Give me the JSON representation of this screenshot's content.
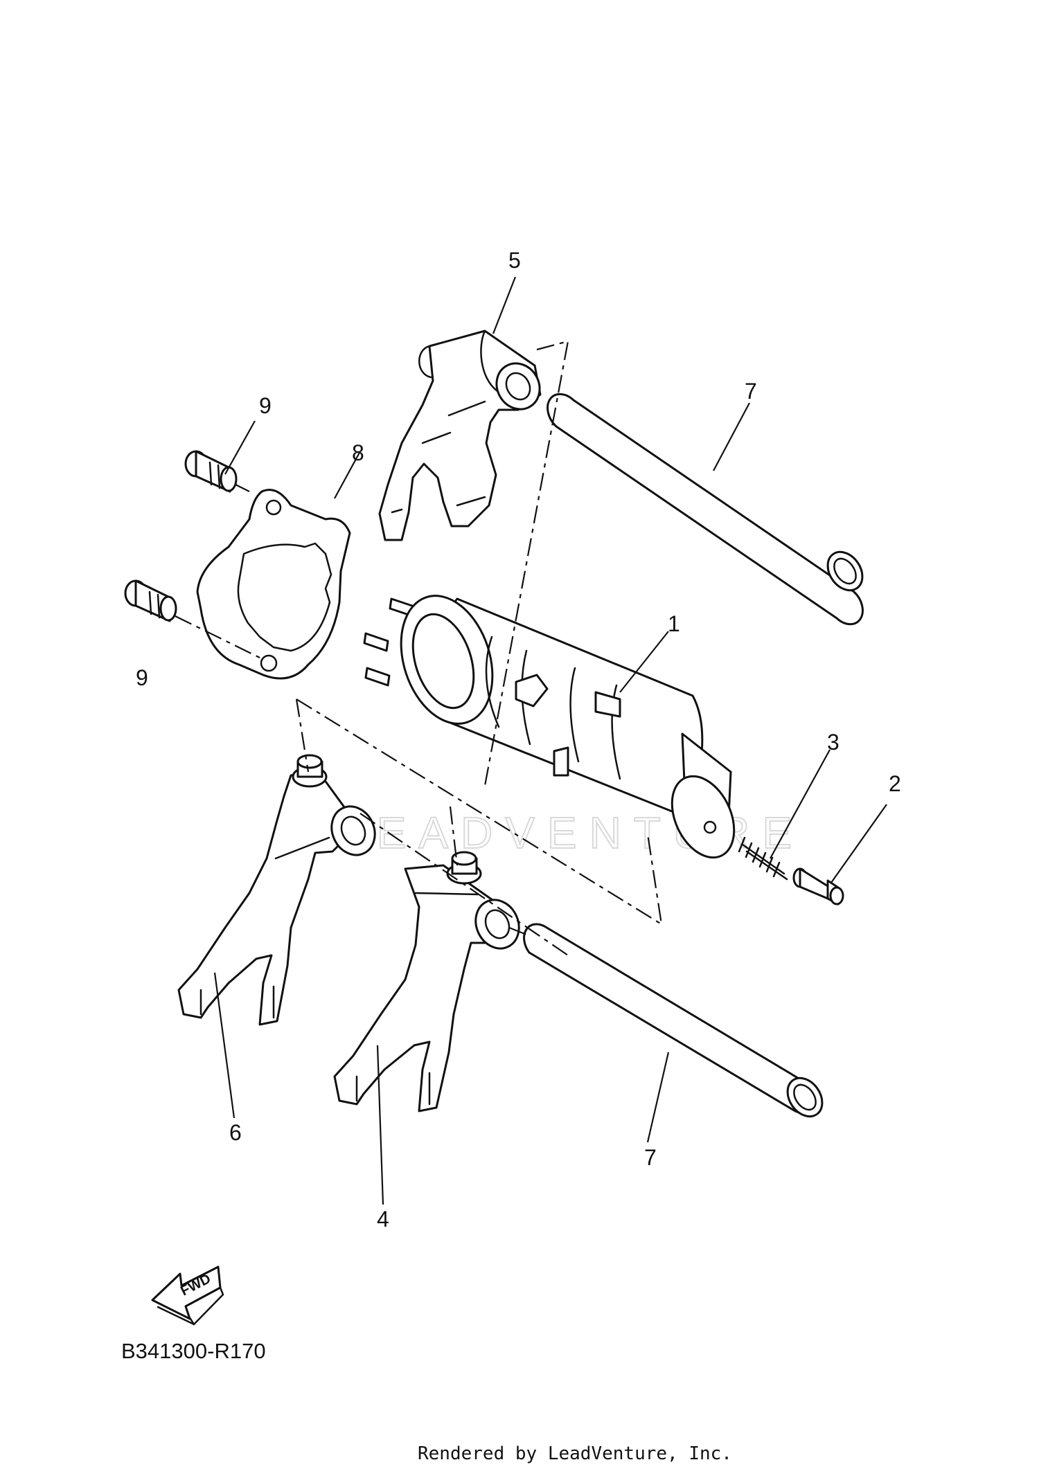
{
  "diagram": {
    "callouts": [
      {
        "id": "1",
        "label": "1"
      },
      {
        "id": "2",
        "label": "2"
      },
      {
        "id": "3",
        "label": "3"
      },
      {
        "id": "4",
        "label": "4"
      },
      {
        "id": "5",
        "label": "5"
      },
      {
        "id": "6",
        "label": "6"
      },
      {
        "id": "7a",
        "label": "7"
      },
      {
        "id": "7b",
        "label": "7"
      },
      {
        "id": "8",
        "label": "8"
      },
      {
        "id": "9a",
        "label": "9"
      },
      {
        "id": "9b",
        "label": "9"
      }
    ],
    "fwd_label": "FWD",
    "drawing_code": "B341300-R170",
    "watermark": "LEADVENTURE",
    "footer": "Rendered by LeadVenture, Inc."
  }
}
